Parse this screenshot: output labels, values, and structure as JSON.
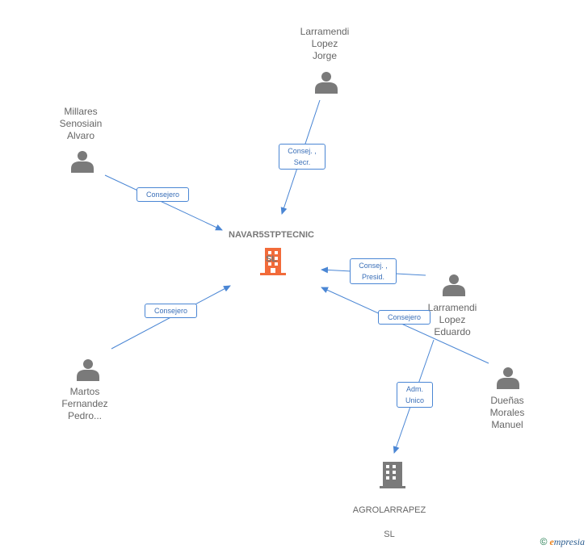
{
  "colors": {
    "edge": "#4a86d4",
    "person": "#7a7a7a",
    "focus_company": "#f26b3a",
    "company": "#7a7a7a"
  },
  "nodes": {
    "focus": {
      "name_line1": "NAVAR5STPTECNIC",
      "name_line2": "SL",
      "icon": "building-icon"
    },
    "larramendi_jorge": {
      "name": "Larramendi\nLopez\nJorge",
      "icon": "person-icon"
    },
    "millares": {
      "name": "Millares\nSenosiain\nAlvaro",
      "icon": "person-icon"
    },
    "larramendi_eduardo": {
      "name": "Larramendi\nLopez\nEduardo",
      "icon": "person-icon"
    },
    "martos": {
      "name": "Martos\nFernandez\nPedro...",
      "icon": "person-icon"
    },
    "duenas": {
      "name": "Dueñas\nMorales\nManuel",
      "icon": "person-icon"
    },
    "agrolarrapez": {
      "name_line1": "AGROLARRAPEZ",
      "name_line2": "SL",
      "icon": "building-icon"
    }
  },
  "edges": {
    "jorge_focus": "Consej. ,\nSecr.",
    "millares_focus": "Consejero",
    "eduardo_focus": "Consej. ,\nPresid.",
    "martos_focus": "Consejero",
    "duenas_focus": "Consejero",
    "eduardo_agro": "Adm.\nUnico"
  },
  "brand": {
    "copyright": "©",
    "name_initial": "e",
    "name_rest": "mpresia"
  }
}
